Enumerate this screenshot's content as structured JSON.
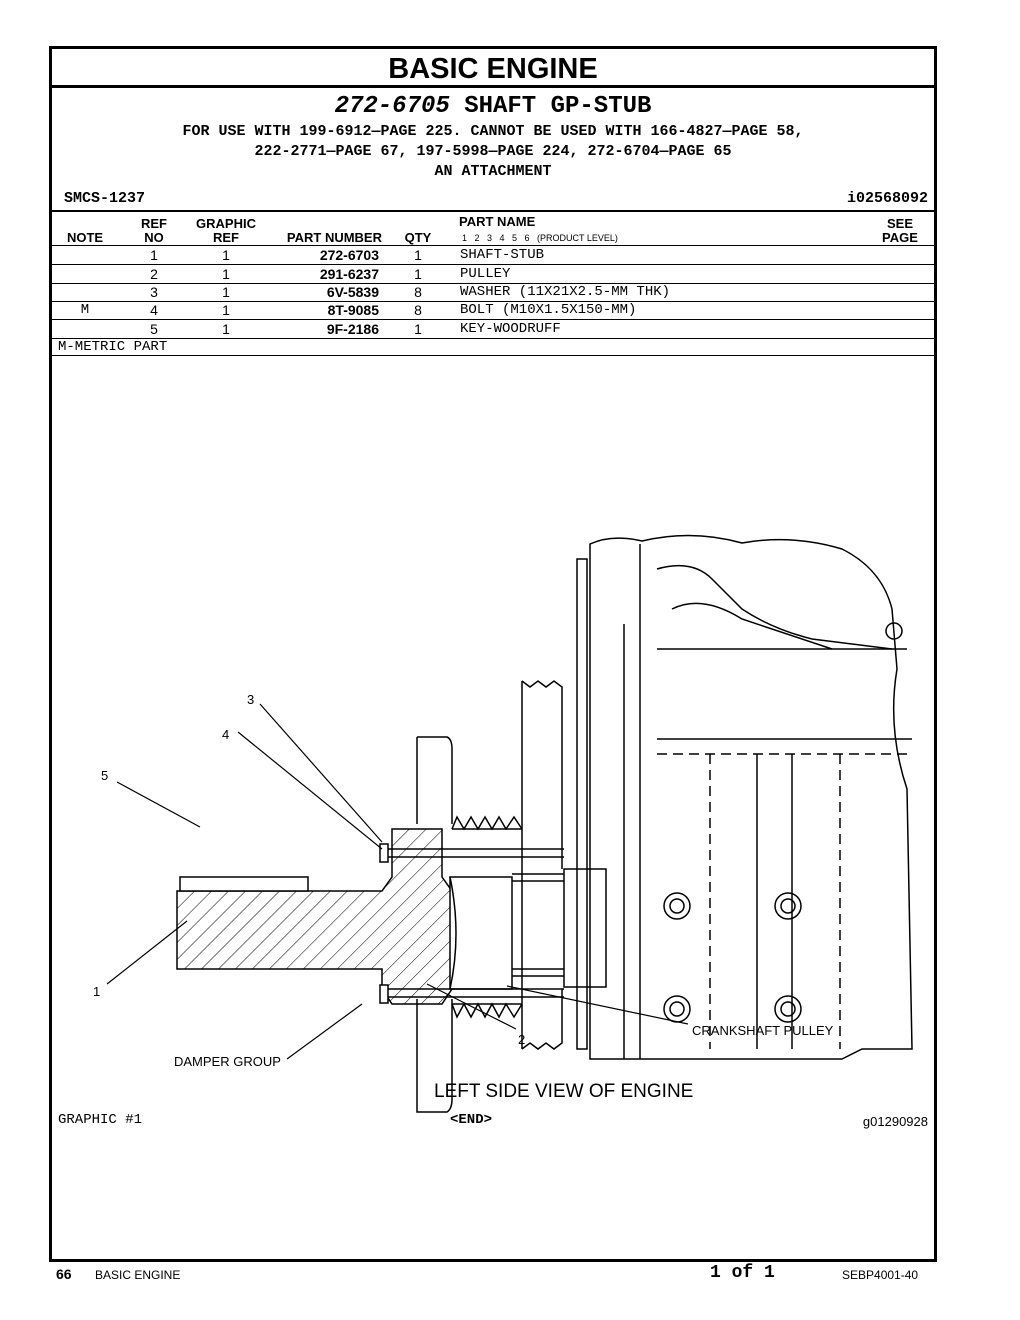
{
  "section_title": "BASIC ENGINE",
  "group": {
    "number": "272-6705",
    "name": "SHAFT GP-STUB",
    "use_lines": [
      "FOR USE WITH 199-6912—PAGE 225. CANNOT BE USED WITH 166-4827—PAGE 58,",
      "222-2771—PAGE 67, 197-5998—PAGE 224, 272-6704—PAGE 65",
      "AN ATTACHMENT"
    ]
  },
  "smcs": "SMCS-1237",
  "illustration_id": "i02568092",
  "table": {
    "headers": {
      "note": "NOTE",
      "ref_no_1": "REF",
      "ref_no_2": "NO",
      "graphic_ref_1": "GRAPHIC",
      "graphic_ref_2": "REF",
      "part_number": "PART NUMBER",
      "qty": "QTY",
      "part_name": "PART NAME",
      "product_level": "1   2   3   4   5   6   (PRODUCT LEVEL)",
      "see_page_1": "SEE",
      "see_page_2": "PAGE"
    },
    "rows": [
      {
        "note": "",
        "ref": "1",
        "graphic": "1",
        "part": "272-6703",
        "qty": "1",
        "name": "SHAFT-STUB"
      },
      {
        "note": "",
        "ref": "2",
        "graphic": "1",
        "part": "291-6237",
        "qty": "1",
        "name": "PULLEY"
      },
      {
        "note": "",
        "ref": "3",
        "graphic": "1",
        "part": "6V-5839",
        "qty": "8",
        "name": "WASHER (11X21X2.5-MM THK)"
      },
      {
        "note": "M",
        "ref": "4",
        "graphic": "1",
        "part": "8T-9085",
        "qty": "8",
        "name": "BOLT (M10X1.5X150-MM)"
      },
      {
        "note": "",
        "ref": "5",
        "graphic": "1",
        "part": "9F-2186",
        "qty": "1",
        "name": "KEY-WOODRUFF"
      }
    ]
  },
  "note_legend": "M-METRIC PART",
  "diagram": {
    "callouts": [
      "3",
      "4",
      "5",
      "1",
      "2"
    ],
    "labels": {
      "crankshaft_pulley": "CRANKSHAFT PULLEY",
      "damper_group": "DAMPER GROUP"
    },
    "view_title": "LEFT SIDE VIEW OF ENGINE",
    "graphic_label": "GRAPHIC #1",
    "end_marker": "<END>",
    "graphic_id": "g01290928"
  },
  "footer": {
    "page_number": "66",
    "section": "BASIC ENGINE",
    "page_of": "1 of 1",
    "doc_id": "SEBP4001-40"
  }
}
